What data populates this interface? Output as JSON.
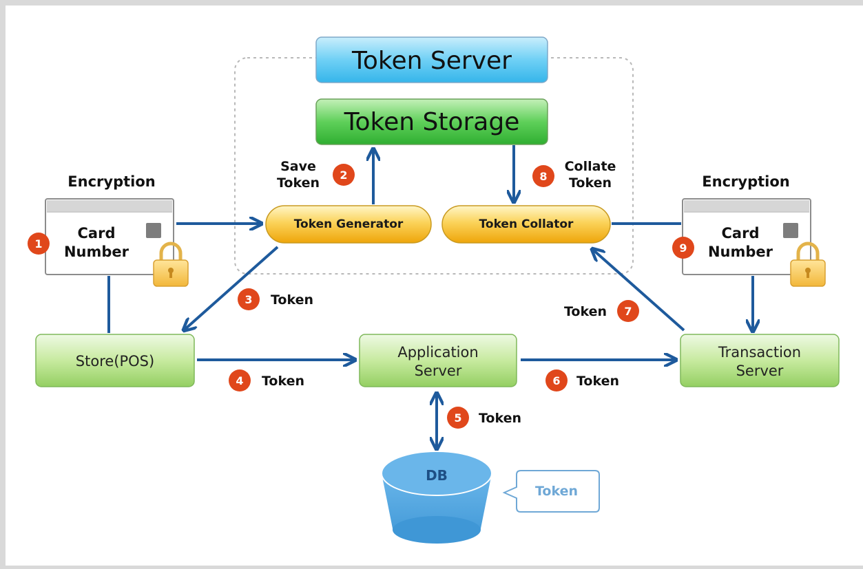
{
  "colors": {
    "arrow": "#1e5a9c",
    "token_server_fill": "#5cc7f2",
    "token_storage_fill": "#49c24a",
    "pill_fill": "#f3b814",
    "box_fill": "#a6d97a",
    "badge_fill": "#e0471b",
    "db_fill": "#5aa8de",
    "callout_text": "#6fa8d6"
  },
  "header": {
    "token_server": "Token Server",
    "token_storage": "Token Storage"
  },
  "modules": {
    "token_generator": "Token Generator",
    "token_collator": "Token Collator"
  },
  "left_card": {
    "heading": "Encryption",
    "line1": "Card",
    "line2": "Number",
    "step": "1",
    "icon": "padlock-icon"
  },
  "right_card": {
    "heading": "Encryption",
    "line1": "Card",
    "line2": "Number",
    "step": "9",
    "icon": "padlock-icon"
  },
  "servers": {
    "store": "Store(POS)",
    "app_line1": "Application",
    "app_line2": "Server",
    "tx_line1": "Transaction",
    "tx_line2": "Server"
  },
  "steps": {
    "s2": {
      "num": "2",
      "line1": "Save",
      "line2": "Token"
    },
    "s3": {
      "num": "3",
      "label": "Token"
    },
    "s4": {
      "num": "4",
      "label": "Token"
    },
    "s5": {
      "num": "5",
      "label": "Token"
    },
    "s6": {
      "num": "6",
      "label": "Token"
    },
    "s7": {
      "num": "7",
      "label": "Token"
    },
    "s8": {
      "num": "8",
      "line1": "Collate",
      "line2": "Token"
    }
  },
  "database": {
    "label": "DB",
    "callout": "Token"
  }
}
